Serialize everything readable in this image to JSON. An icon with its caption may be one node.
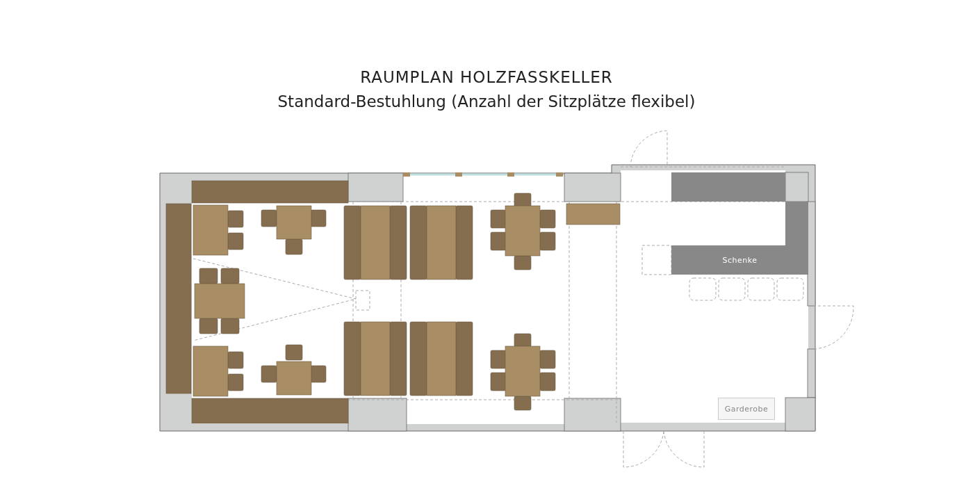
{
  "diagram": {
    "title": "RAUMPLAN HOLZFASSKELLER",
    "nodes": [
      {
        "text": [
          "Schenke"
        ]
      },
      {
        "text": [
          "Garderobe"
        ]
      }
    ],
    "labels": [
      "Standard-Bestuhlung (Anzahl der Sitzplätze flexibel)"
    ]
  }
}
